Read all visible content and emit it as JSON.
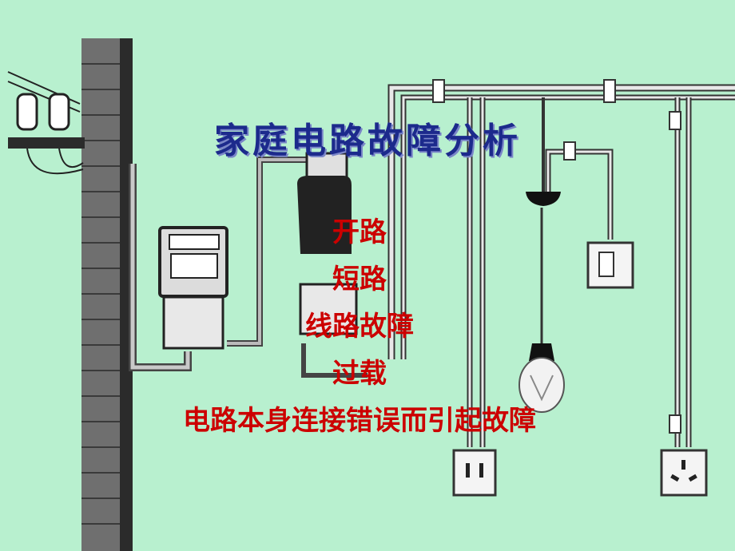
{
  "title": "家庭电路故障分析",
  "items": [
    "开路",
    "短路",
    "线路故障",
    "过载",
    "电路本身连接错误而引起故障"
  ],
  "colors": {
    "background": "#b8f0cf",
    "title": "#1c2a8c",
    "items": "#cc0000"
  }
}
